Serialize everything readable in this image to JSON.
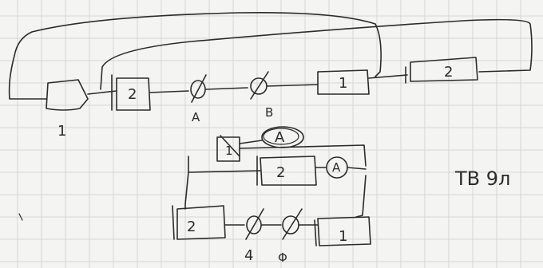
{
  "top_circuit": {
    "box_a_label": "",
    "box_b_label": "2",
    "box_c_label": "1",
    "box_d_label": "2",
    "label_below_box_a": "1",
    "label_below_first_null": "A",
    "label_below_second_null": "B",
    "null_symbol": "∅"
  },
  "bottom_circuit": {
    "top_box_label": "1",
    "oval_node_label": "A",
    "middle_box_label": "2",
    "circled_node_label": "A",
    "left_box_label": "2",
    "right_box_label": "1",
    "label_below_first_null": "4",
    "label_below_second_null": "Φ",
    "null_symbol": "∅"
  },
  "side_note": "TB 9л"
}
